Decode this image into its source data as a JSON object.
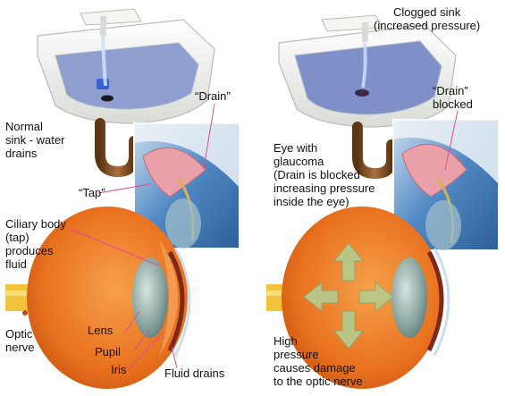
{
  "left_panel": {
    "normal_sink_label": "Normal\nsink - water\ndrains",
    "drain_label": "“Drain”",
    "tap_label": "“Tap”",
    "ciliary_body_label": "Ciliary body\n(tap)\nproduces\nfluid",
    "optic_nerve_label": "Optic\nnerve",
    "lens_label": "Lens",
    "pupil_label": "Pupil",
    "iris_label": "Iris",
    "fluid_drains_label": "Fluid drains"
  },
  "right_panel": {
    "clogged_sink_label": "Clogged sink\n(increased pressure)",
    "drain_blocked_label": "“Drain”\nblocked",
    "eye_glaucoma_label": "Eye with\nglaucoma\n(Drain is blocked\nincreasing pressure\ninside the eye)",
    "high_pressure_label": "High\npressure\ncauses damage\nto the optic nerve"
  },
  "colors": {
    "eye_orange": "#e8701e",
    "sink_white": "#f2f3ee",
    "water_blue": "#7f8fc8",
    "pipe_brown": "#7a4a1e",
    "inset_blue": "#4f88c4",
    "tissue_pink": "#e9a0a8",
    "arrow_green": "#b8c98a"
  }
}
